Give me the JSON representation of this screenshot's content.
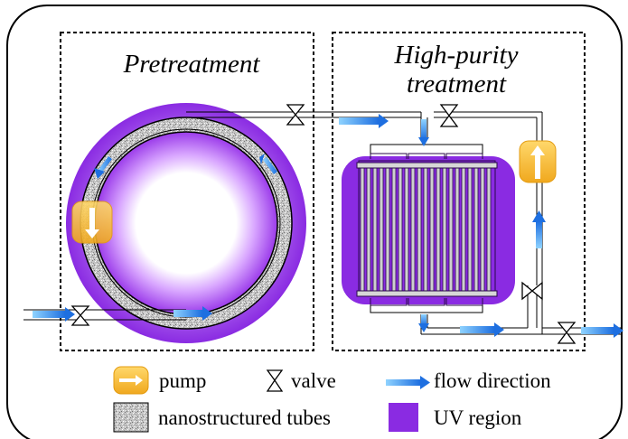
{
  "panels": {
    "pretreatment": {
      "title": "Pretreatment"
    },
    "high_purity": {
      "title_line1": "High-purity",
      "title_line2": "treatment"
    }
  },
  "legend": {
    "pump": "pump",
    "valve": "valve",
    "flow": "flow direction",
    "tubes": "nanostructured tubes",
    "uv": "UV region"
  },
  "colors": {
    "uv_region": "#8a2be2",
    "pump": "#f5c342",
    "flow_arrow": "#1e90ff",
    "tube_texture": "#b8b8b8"
  }
}
